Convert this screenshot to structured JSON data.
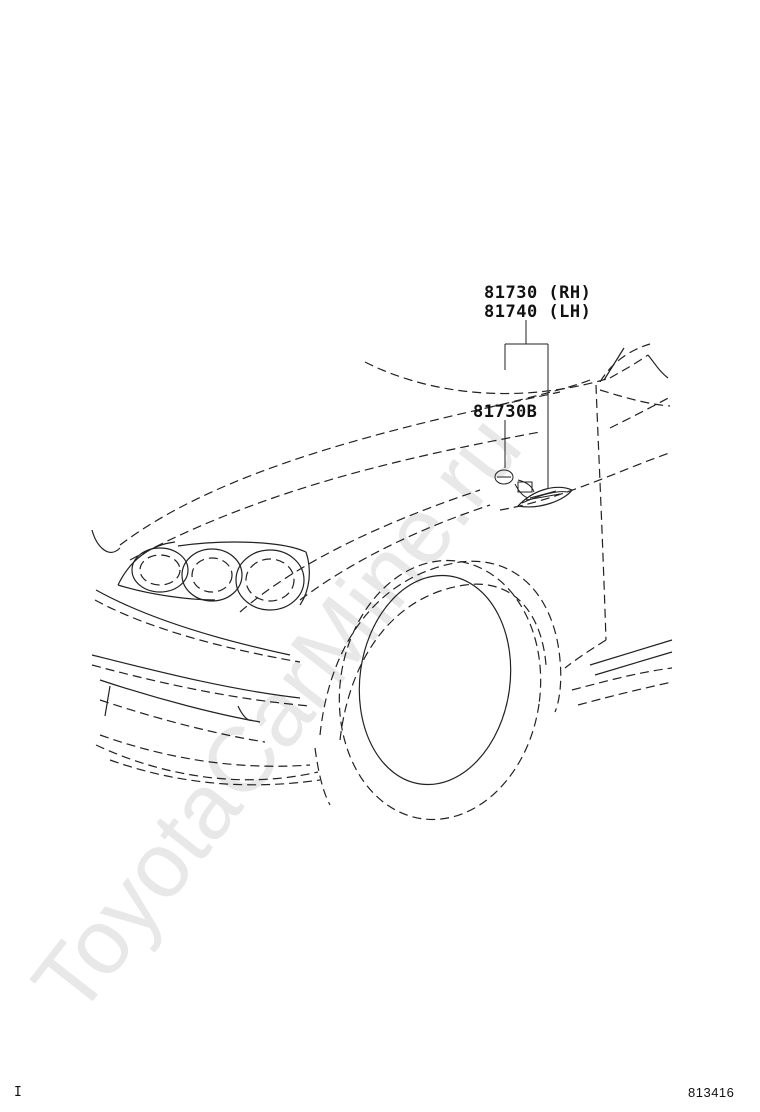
{
  "labels": {
    "part_rh": "81730 (RH)",
    "part_lh": "81740 (LH)",
    "bulb": "81730B",
    "diagram_number": "813416",
    "corner_mark": "I"
  },
  "watermark": {
    "text": "ToyotaCarMine.ru"
  },
  "colors": {
    "ink": "#222222",
    "watermark": "#e6e6e6",
    "background": "#ffffff"
  }
}
